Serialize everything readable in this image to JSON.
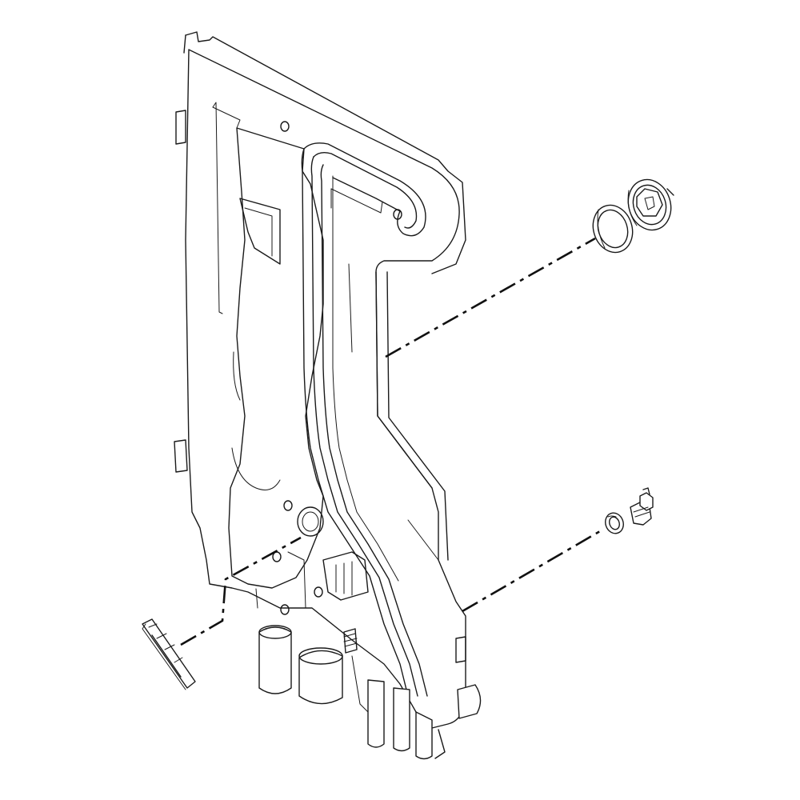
{
  "diagram": {
    "type": "exploded-parts-view",
    "colors": {
      "line": "#1a1a1a",
      "background": "#ffffff"
    },
    "parts": [
      {
        "name": "dispenser-housing-panel",
        "icon": "housing-panel"
      },
      {
        "name": "seal-ring",
        "icon": "ring"
      },
      {
        "name": "round-cover-cap",
        "icon": "cap"
      },
      {
        "name": "small-grommet",
        "icon": "grommet"
      },
      {
        "name": "nozzle-fitting",
        "icon": "fitting"
      },
      {
        "name": "flat-blade-clip",
        "icon": "blade-clip"
      }
    ]
  }
}
